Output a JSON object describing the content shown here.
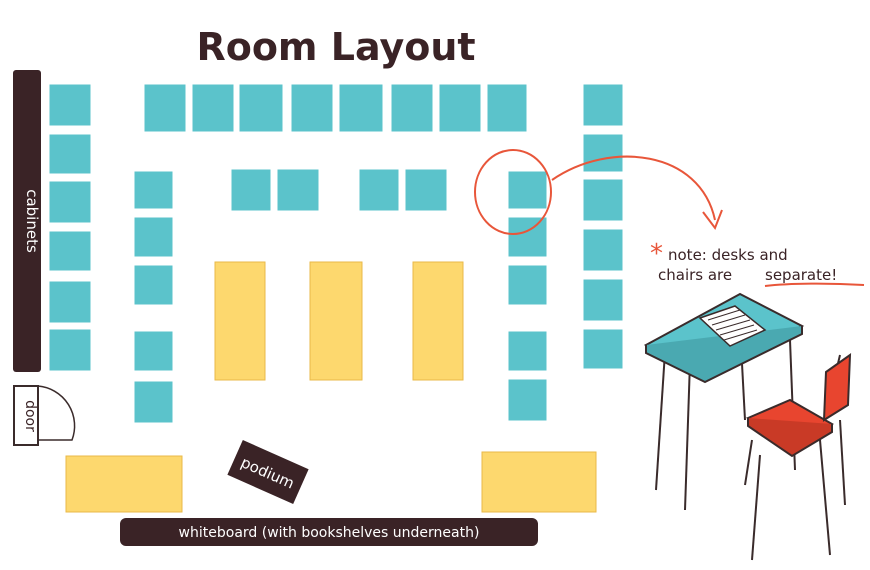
{
  "title": "Room Layout",
  "labels": {
    "cabinets": "cabinets",
    "door": "door",
    "podium": "podium",
    "whiteboard": "whiteboard (with bookshelves underneath)"
  },
  "note": {
    "line1": "note: desks and",
    "line2_a": "chairs are",
    "line2_b": "separate!"
  },
  "colors": {
    "desk": "#5bc3cb",
    "table": "#fdd86e",
    "dark": "#3a2326",
    "accent": "#e8563a",
    "chair": "#e8452f",
    "outline": "#3a2b2b"
  }
}
